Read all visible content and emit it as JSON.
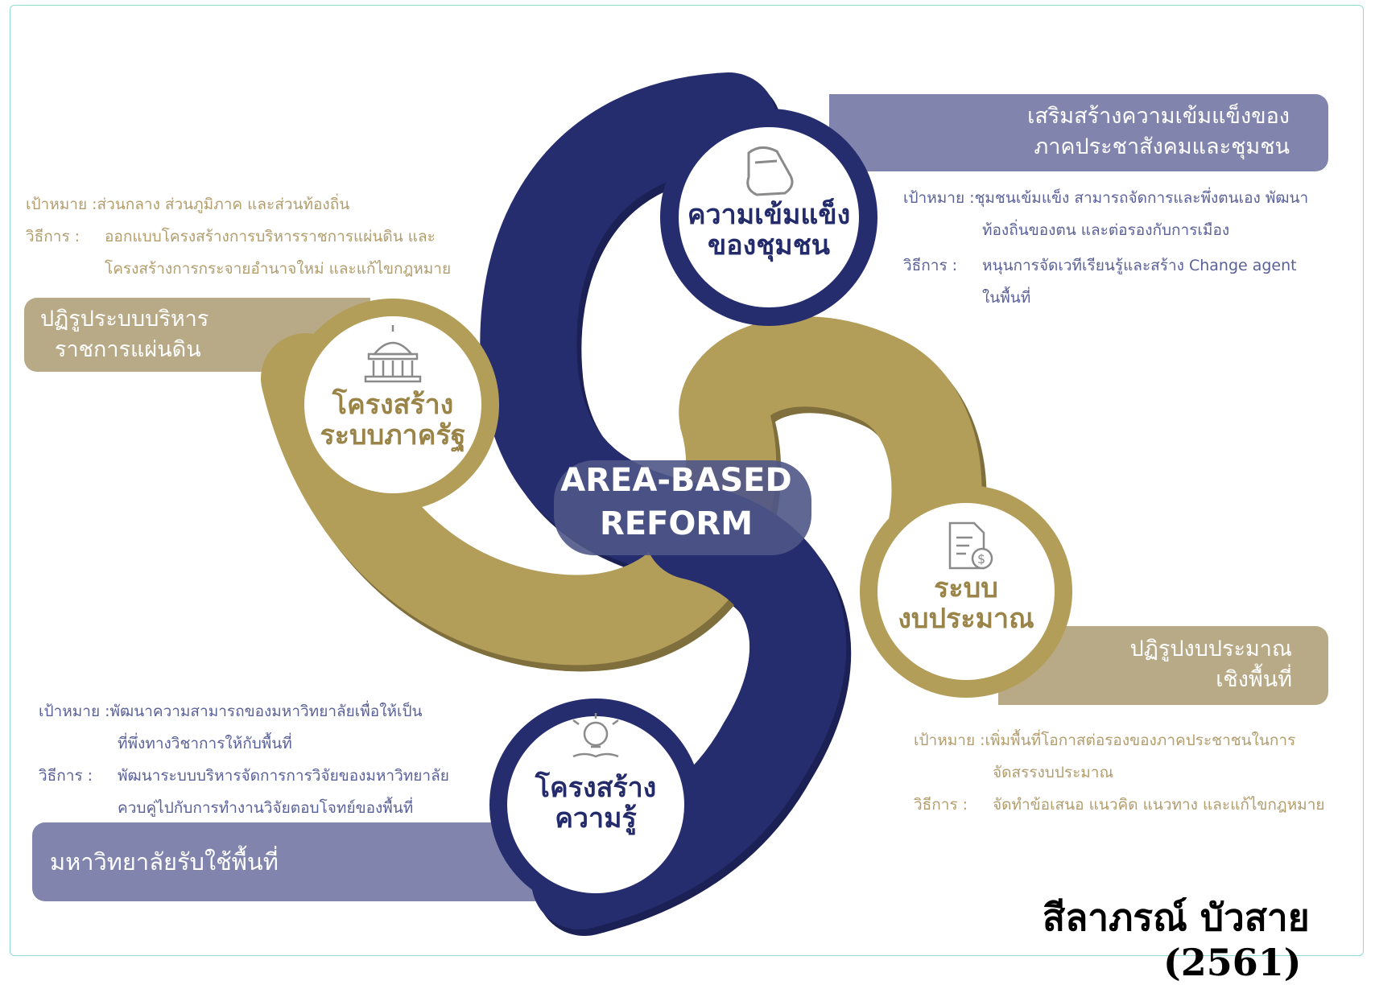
{
  "center": {
    "line1": "AREA-BASED",
    "line2": "REFORM"
  },
  "colors": {
    "navy": "#262d6e",
    "gold": "#b29d59",
    "navy_band": "#8185ad",
    "gold_band": "#b8aa86"
  },
  "branches": {
    "community": {
      "icon": "fist-icon",
      "circle_line1": "ความเข้มแข็ง",
      "circle_line2": "ของชุมชน",
      "band_line1": "เสริมสร้างความเข้มแข็งของ",
      "band_line2": "ภาคประชาสังคมและชุมชน",
      "goal_label": "เป้าหมาย : ",
      "goal_line1": "ชุมชนเข้มแข็ง สามารถจัดการและพึ่งตนเอง พัฒนา",
      "goal_line2": "ท้องถิ่นของตน และต่อรองกับการเมือง",
      "method_label": "วิธีการ :",
      "method_line1": "หนุนการจัดเวทีเรียนรู้และสร้าง Change agent",
      "method_line2": "ในพื้นที่"
    },
    "state": {
      "icon": "government-building-icon",
      "circle_line1": "โครงสร้าง",
      "circle_line2": "ระบบภาครัฐ",
      "band_line1": "ปฏิรูประบบบริหาร",
      "band_line2": "ราชการแผ่นดิน",
      "goal_label": "เป้าหมาย : ",
      "goal_line1": "ส่วนกลาง ส่วนภูมิภาค และส่วนท้องถิ่น",
      "method_label": "วิธีการ :",
      "method_line1": "ออกแบบโครงสร้างการบริหารราชการแผ่นดิน และ",
      "method_line2": "โครงสร้างการกระจายอำนาจใหม่ และแก้ไขกฎหมาย"
    },
    "budget": {
      "icon": "budget-document-icon",
      "circle_line1": "ระบบ",
      "circle_line2": "งบประมาณ",
      "band_line1": "ปฏิรูปงบประมาณ",
      "band_line2": "เชิงพื้นที่",
      "goal_label": "เป้าหมาย : ",
      "goal_line1": "เพิ่มพื้นที่โอกาสต่อรองของภาคประชาชนในการ",
      "goal_line2": "จัดสรรงบประมาณ",
      "method_label": "วิธีการ :",
      "method_line1": "จัดทำข้อเสนอ แนวคิด แนวทาง และแก้ไขกฎหมาย"
    },
    "knowledge": {
      "icon": "lightbulb-book-icon",
      "circle_line1": "โครงสร้าง",
      "circle_line2": "ความรู้",
      "band_line1": "มหาวิทยาลัยรับใช้พื้นที่",
      "goal_label": "เป้าหมาย : ",
      "goal_line1": "พัฒนาความสามารถของมหาวิทยาลัยเพื่อให้เป็น",
      "goal_line2": "ที่พึ่งทางวิชาการให้กับพื้นที่",
      "method_label": "วิธีการ :",
      "method_line1": "พัฒนาระบบบริหารจัดการการวิจัยของมหาวิทยาลัย",
      "method_line2": "ควบคู่ไปกับการทำงานวิจัยตอบโจทย์ของพื้นที่"
    }
  },
  "author": {
    "name": "สีลาภรณ์ บัวสาย",
    "year": "(2561)"
  }
}
